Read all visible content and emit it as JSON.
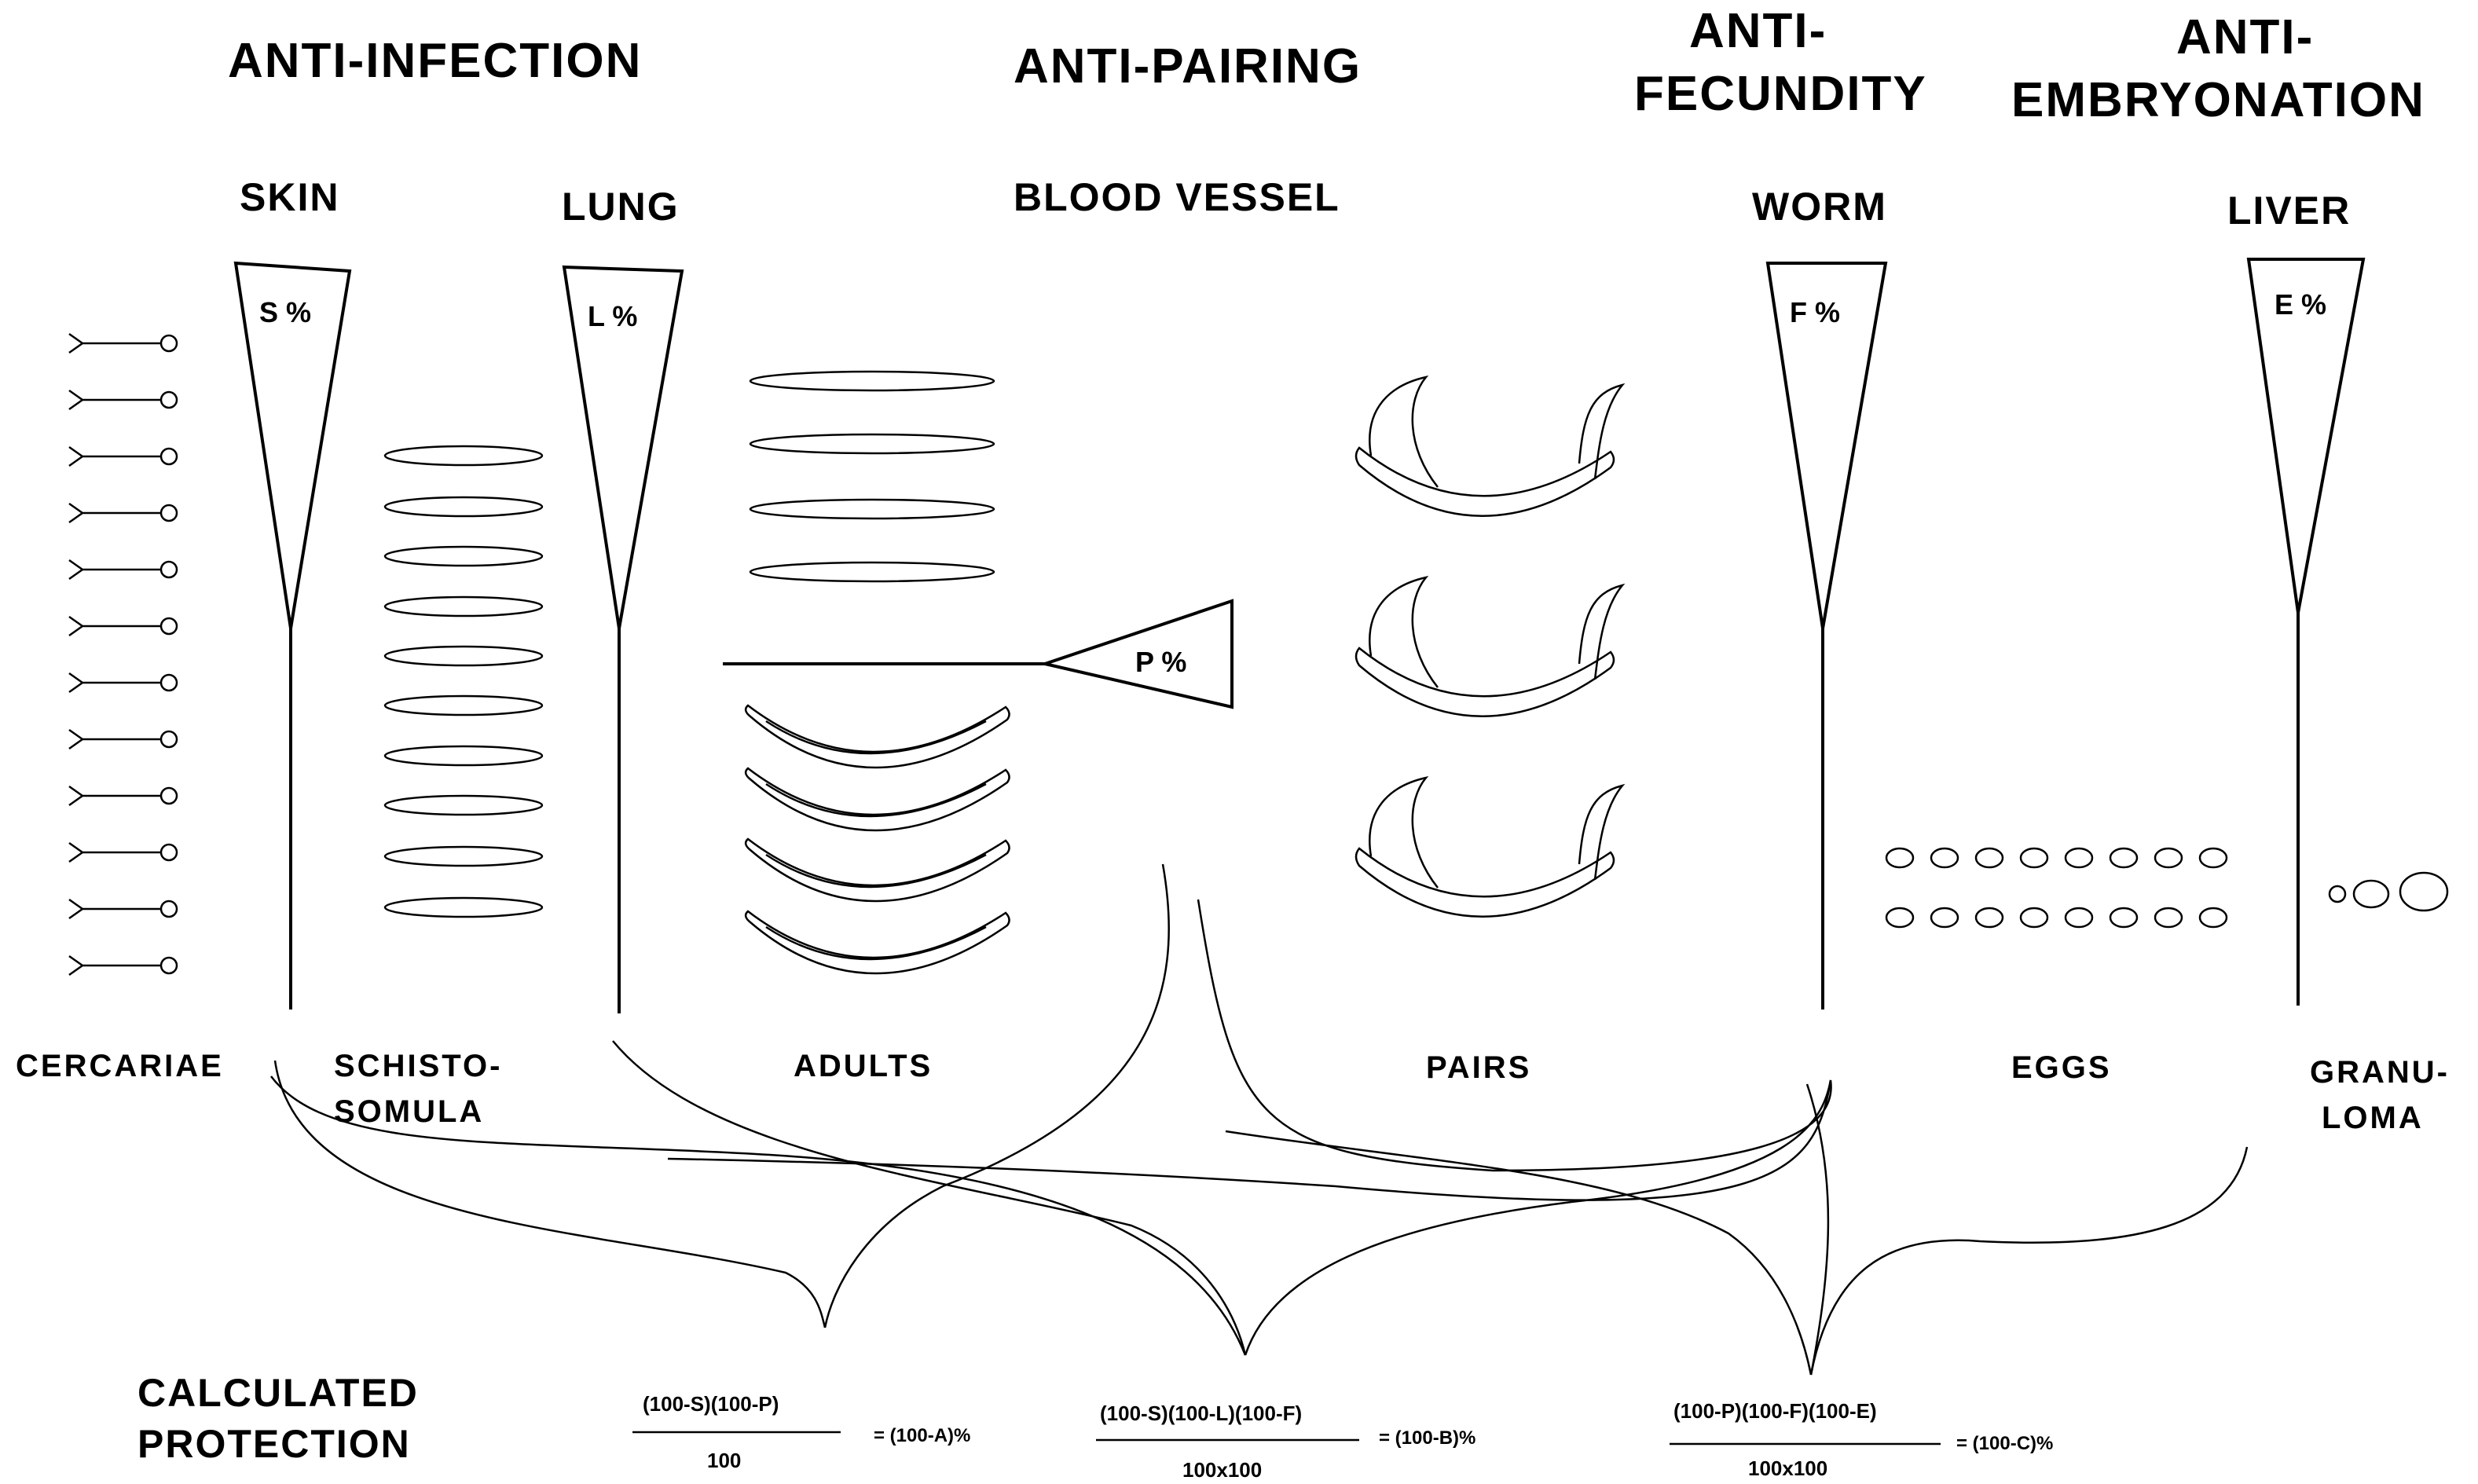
{
  "headings": {
    "anti_infection": "ANTI-INFECTION",
    "anti_pairing": "ANTI-PAIRING",
    "anti_fecundity_1": "ANTI-",
    "anti_fecundity_2": "FECUNDITY",
    "anti_embryonation_1": "ANTI-",
    "anti_embryonation_2": "EMBRYONATION"
  },
  "sites": {
    "skin": "SKIN",
    "lung": "LUNG",
    "blood_vessel": "BLOOD VESSEL",
    "worm": "WORM",
    "liver": "LIVER"
  },
  "filters": {
    "s": "S %",
    "l": "L %",
    "p": "P %",
    "f": "F %",
    "e": "E %"
  },
  "stages": {
    "cercariae": "CERCARIAE",
    "schistosomula_1": "SCHISTO-",
    "schistosomula_2": "SOMULA",
    "adults": "ADULTS",
    "pairs": "PAIRS",
    "eggs": "EGGS",
    "granuloma_1": "GRANU-",
    "granuloma_2": "LOMA"
  },
  "calculated": {
    "label_1": "CALCULATED",
    "label_2": "PROTECTION",
    "formula_a_num": "(100-S)(100-P)",
    "formula_a_den": "100",
    "formula_a_result": "= (100-A)%",
    "formula_b_num": "(100-S)(100-L)(100-F)",
    "formula_b_den": "100x100",
    "formula_b_result": "= (100-B)%",
    "formula_c_num": "(100-P)(100-F)(100-E)",
    "formula_c_den": "100x100",
    "formula_c_result": "= (100-C)%"
  }
}
